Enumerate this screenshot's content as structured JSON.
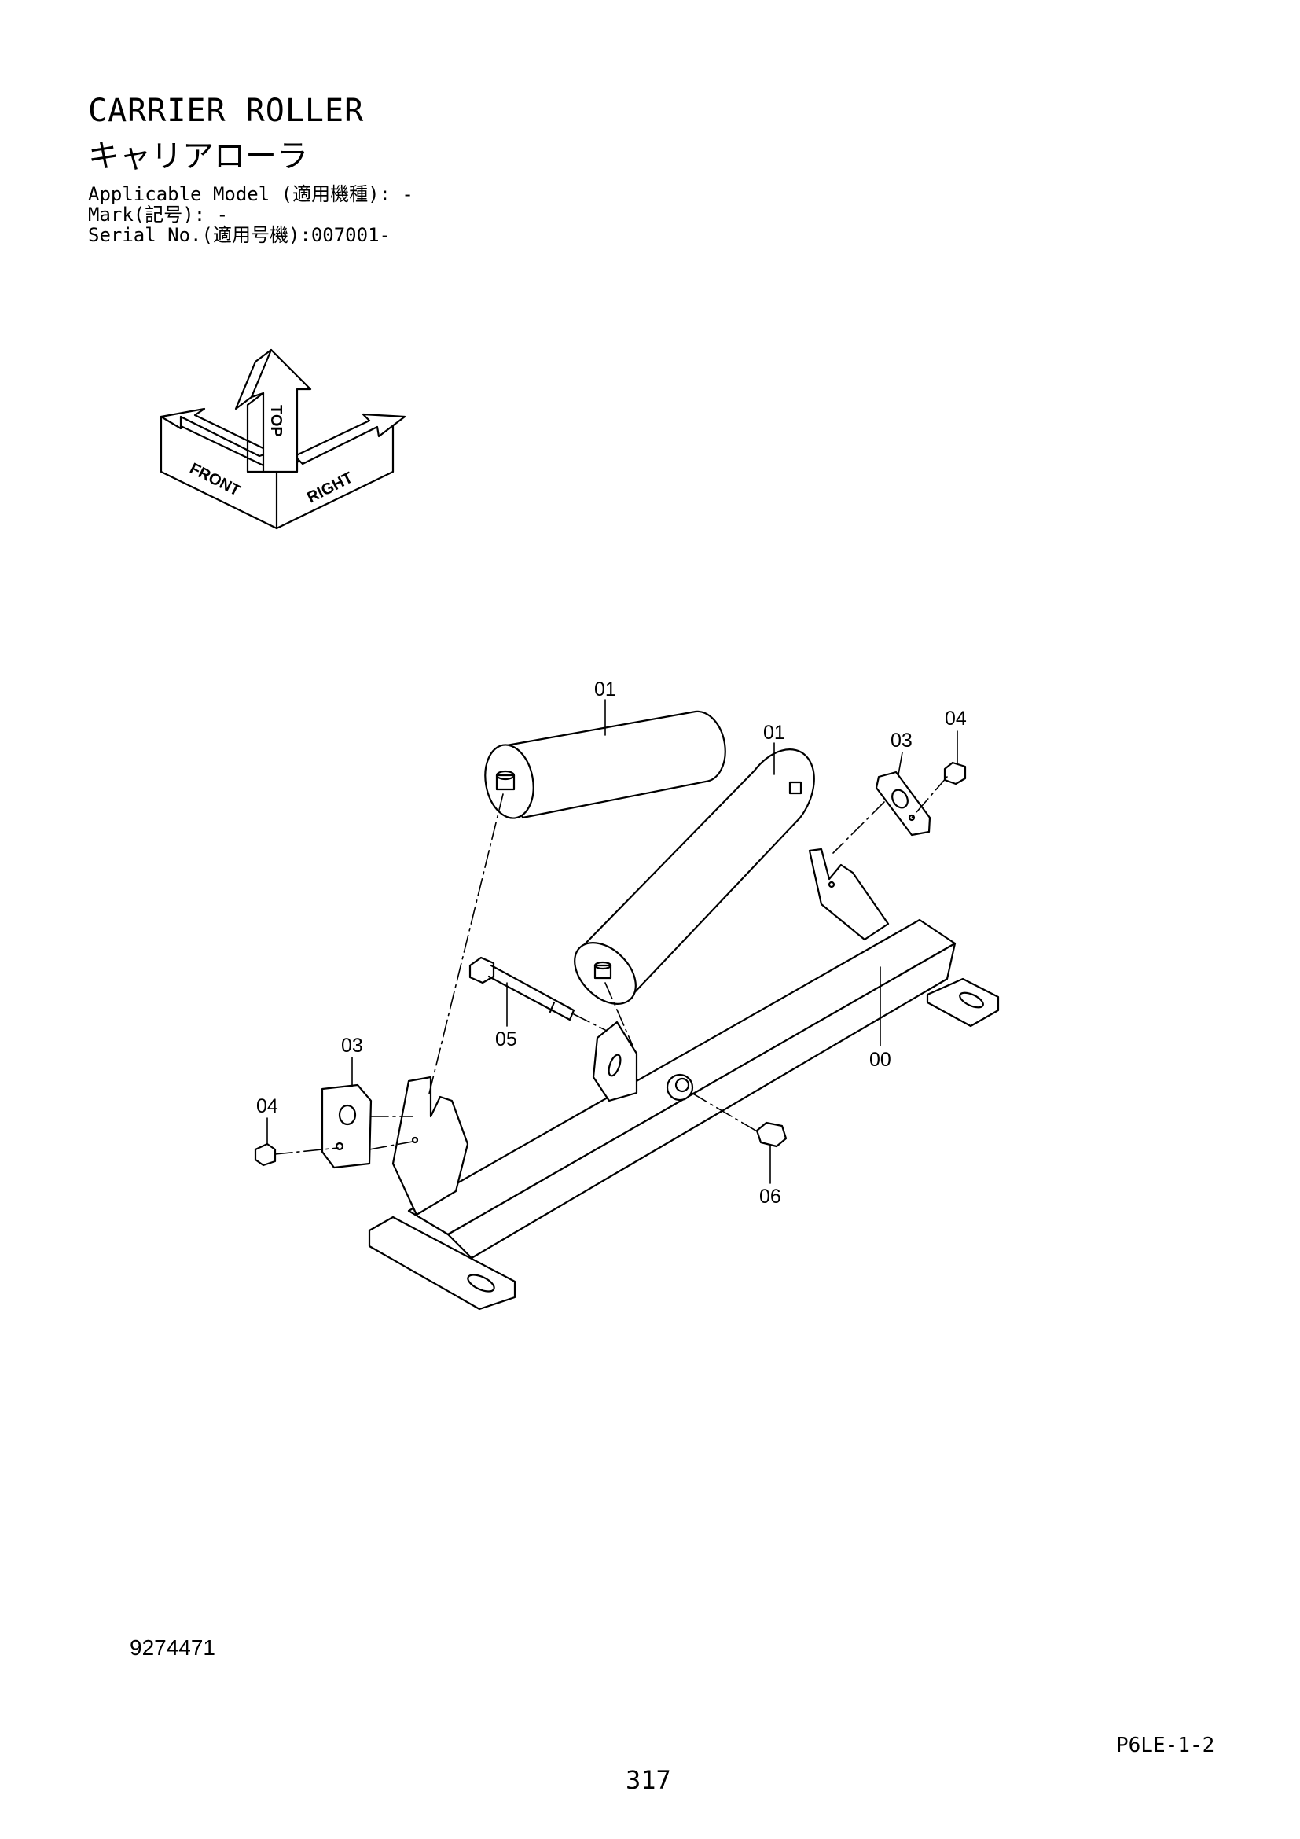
{
  "header": {
    "title_en": "CARRIER ROLLER",
    "title_ja": "キャリアローラ",
    "applicable_model": "Applicable Model (適用機種): -",
    "mark": "Mark(記号): -",
    "serial_no": "Serial No.(適用号機):007001-"
  },
  "orientation": {
    "front_label": "FRONT",
    "top_label": "TOP",
    "right_label": "RIGHT"
  },
  "parts": {
    "p01a": "01",
    "p01b": "01",
    "p03a": "03",
    "p03b": "03",
    "p04a": "04",
    "p04b": "04",
    "p05": "05",
    "p00": "00",
    "p06": "06"
  },
  "footer": {
    "doc_number": "9274471",
    "sheet_ref": "P6LE-1-2",
    "page_number": "317"
  }
}
